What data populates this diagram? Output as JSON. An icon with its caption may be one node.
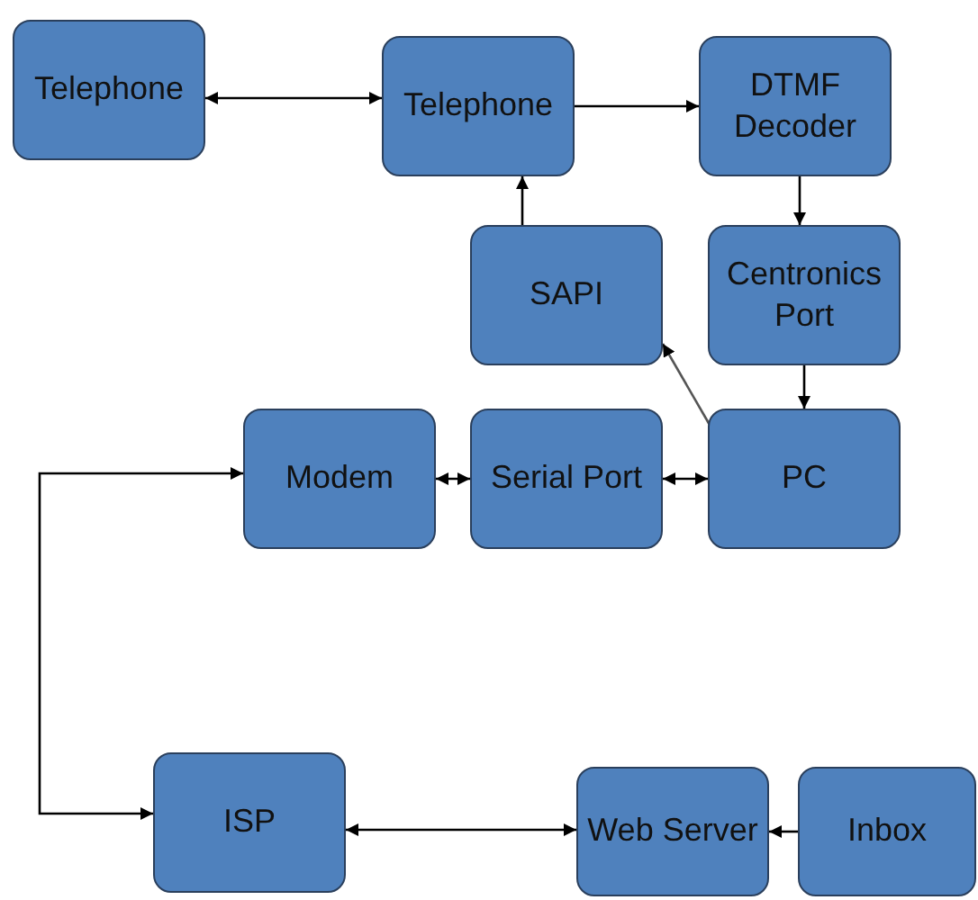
{
  "diagram": {
    "nodes": [
      {
        "text": [
          "Telephone"
        ]
      },
      {
        "text": [
          "Telephone"
        ]
      },
      {
        "text": [
          "DTMF Decoder"
        ]
      },
      {
        "text": [
          "SAPI"
        ]
      },
      {
        "text": [
          "Centronics Port"
        ]
      },
      {
        "text": [
          "Modem"
        ]
      },
      {
        "text": [
          "Serial Port"
        ]
      },
      {
        "text": [
          "PC"
        ]
      },
      {
        "text": [
          "ISP"
        ]
      },
      {
        "text": [
          "Web Server"
        ]
      },
      {
        "text": [
          "Inbox"
        ]
      }
    ],
    "edges": [
      {
        "from": 0,
        "to": 1,
        "arrow": "both"
      },
      {
        "from": 1,
        "to": 2,
        "arrow": "to"
      },
      {
        "from": 2,
        "to": 4,
        "arrow": "to"
      },
      {
        "from": 3,
        "to": 1,
        "arrow": "to"
      },
      {
        "from": 4,
        "to": 7,
        "arrow": "to"
      },
      {
        "from": 7,
        "to": 3,
        "arrow": "to"
      },
      {
        "from": 5,
        "to": 6,
        "arrow": "both"
      },
      {
        "from": 6,
        "to": 7,
        "arrow": "both"
      },
      {
        "from": 5,
        "to": 8,
        "arrow": "both"
      },
      {
        "from": 8,
        "to": 9,
        "arrow": "both"
      },
      {
        "from": 10,
        "to": 9,
        "arrow": "to"
      }
    ]
  }
}
